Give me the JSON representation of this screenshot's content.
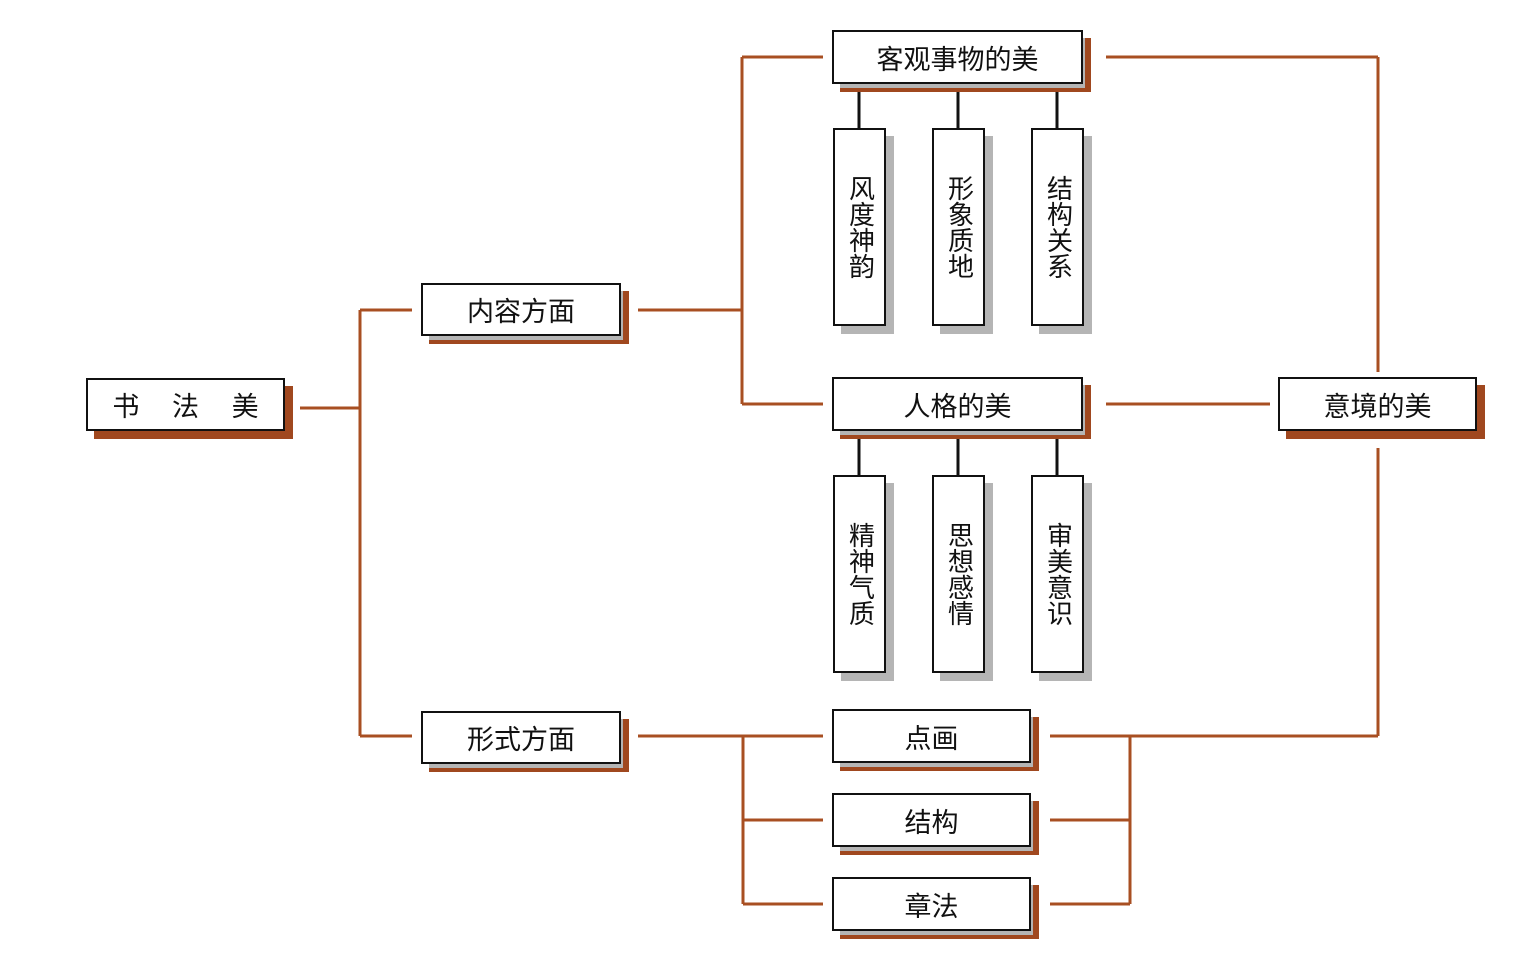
{
  "colors": {
    "connector": "#a84f22",
    "stem": "#111111",
    "shadow_brown": "#a0481f",
    "shadow_gray": "#b5b5b5",
    "box_border": "#111111",
    "box_fill": "#ffffff"
  },
  "nodes": {
    "root": "书 法 美",
    "content": "内容方面",
    "form": "形式方面",
    "objective_beauty": "客观事物的美",
    "personality_beauty": "人格的美",
    "artistic_conception": "意境的美",
    "charm": "风度神韵",
    "image_texture": "形象质地",
    "structure_relation": "结构关系",
    "spirit_temperament": "精神气质",
    "thought_emotion": "思想感情",
    "aesthetic_awareness": "审美意识",
    "strokes": "点画",
    "structure": "结构",
    "composition": "章法"
  }
}
